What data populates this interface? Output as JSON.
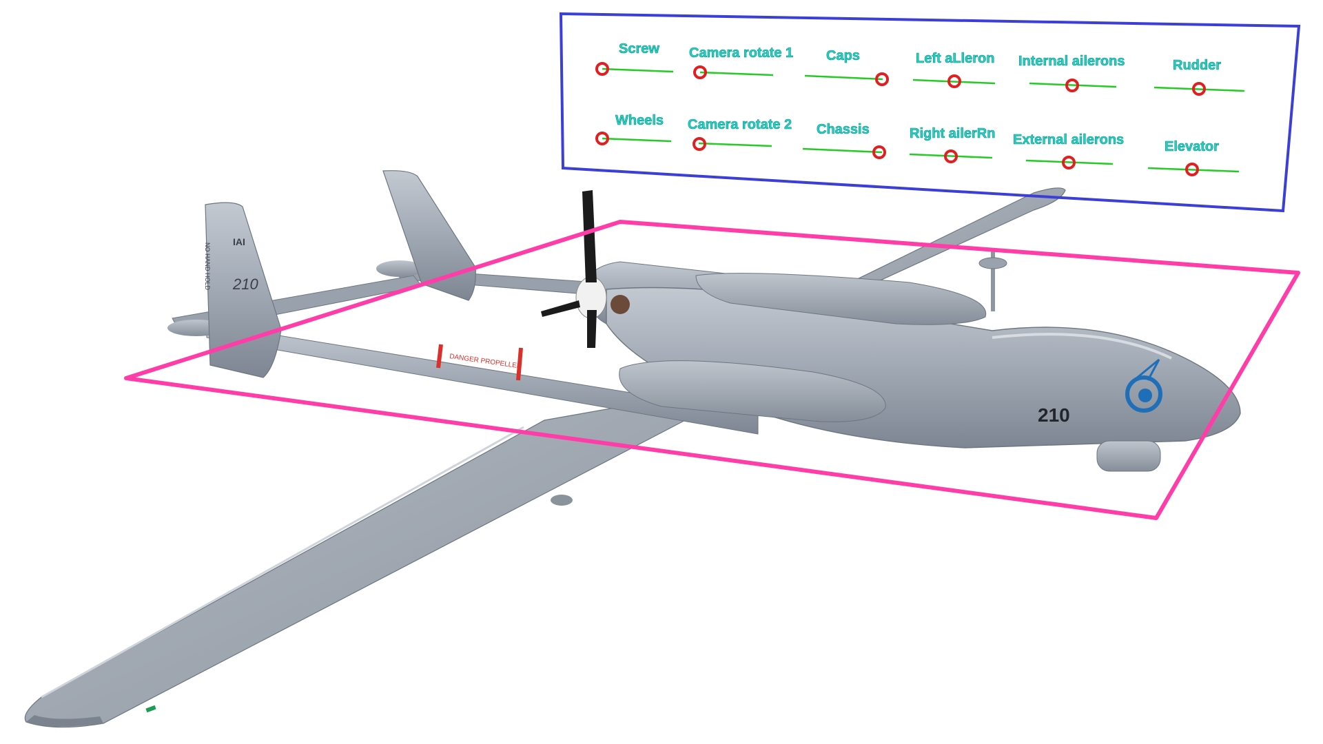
{
  "controls_panel": {
    "frame_color": "#3b3fd6",
    "label_color": "#22d3c5",
    "track_color": "#22cc22",
    "knob_color": "#e02020",
    "rows": [
      [
        {
          "label": "Screw",
          "value": 0.0
        },
        {
          "label": "Camera rotate 1",
          "value": 0.0
        },
        {
          "label": "Caps",
          "value": 1.0
        },
        {
          "label": "Left aLleron",
          "value": 0.5
        },
        {
          "label": "Internal ailerons",
          "value": 0.5
        },
        {
          "label": "Rudder",
          "value": 0.5
        }
      ],
      [
        {
          "label": "Wheels",
          "value": 0.0
        },
        {
          "label": "Camera rotate 2",
          "value": 0.0
        },
        {
          "label": "Chassis",
          "value": 1.0
        },
        {
          "label": "Right ailerRn",
          "value": 0.5
        },
        {
          "label": "External ailerons",
          "value": 0.5
        },
        {
          "label": "Elevator",
          "value": 0.5
        }
      ]
    ]
  },
  "ground_frame": {
    "color": "#ff3da8"
  },
  "drone": {
    "body_color": "#a3abb6",
    "fuselage_number": "210",
    "tail_number": "210",
    "boom_warning": "DANGER PROPELLER",
    "tail_stencil": "NO HAND HOLD",
    "tail_logo": "IAI",
    "roundel_color": "#1f6fb8"
  }
}
